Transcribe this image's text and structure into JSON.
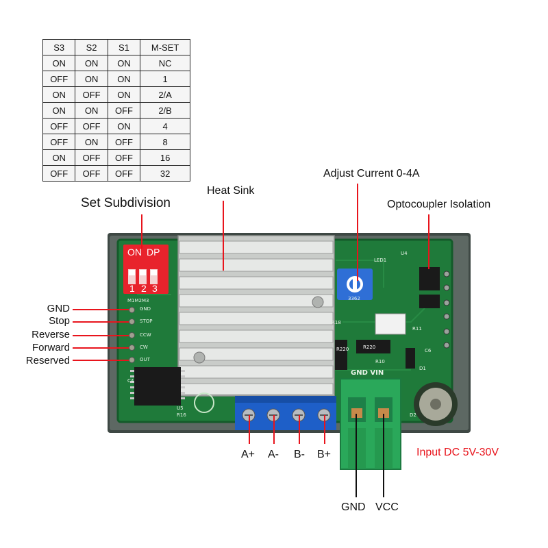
{
  "table": {
    "headers": [
      "S3",
      "S2",
      "S1",
      "M-SET"
    ],
    "rows": [
      [
        "ON",
        "ON",
        "ON",
        "NC"
      ],
      [
        "OFF",
        "ON",
        "ON",
        "1"
      ],
      [
        "ON",
        "OFF",
        "ON",
        "2/A"
      ],
      [
        "ON",
        "ON",
        "OFF",
        "2/B"
      ],
      [
        "OFF",
        "OFF",
        "ON",
        "4"
      ],
      [
        "OFF",
        "ON",
        "OFF",
        "8"
      ],
      [
        "ON",
        "OFF",
        "OFF",
        "16"
      ],
      [
        "OFF",
        "OFF",
        "OFF",
        "32"
      ]
    ]
  },
  "callouts": {
    "set_subdivision": "Set Subdivision",
    "heat_sink": "Heat Sink",
    "adjust_current": "Adjust Current 0-4A",
    "optocoupler": "Optocoupler Isolation",
    "input_dc": "Input DC 5V-30V"
  },
  "side_labels": {
    "gnd": "GND",
    "stop": "Stop",
    "reverse": "Reverse",
    "forward": "Forward",
    "reserved": "Reserved"
  },
  "motor_terminals": [
    "A+",
    "A-",
    "B-",
    "B+"
  ],
  "power_terminals": [
    "GND",
    "VCC"
  ],
  "dip_switch": {
    "on_label": "ON",
    "dp_label": "DP",
    "numbers": [
      "1",
      "2",
      "3"
    ]
  },
  "silkscreen": {
    "m_header": "M1M2M3",
    "pins": [
      "GND",
      "STOP",
      "CCW",
      "CW",
      "OUT"
    ],
    "gnd_vin": "GND VIN",
    "r220": "R220",
    "r220_b": "R220",
    "led1": "LED1",
    "u4": "U4",
    "r10": "R10",
    "r18": "R18",
    "c4": "C4",
    "u5": "U5",
    "r16": "R16",
    "d1": "D1",
    "d2": "D2",
    "c6": "C6",
    "r11": "R11",
    "pot_code": "3362"
  },
  "colors": {
    "pcb": "#1f7a3a",
    "callout_line": "#e8141c",
    "terminal_blue": "#1e5fc8",
    "terminal_green": "#2aa85a",
    "dip_red": "#e8232c"
  }
}
